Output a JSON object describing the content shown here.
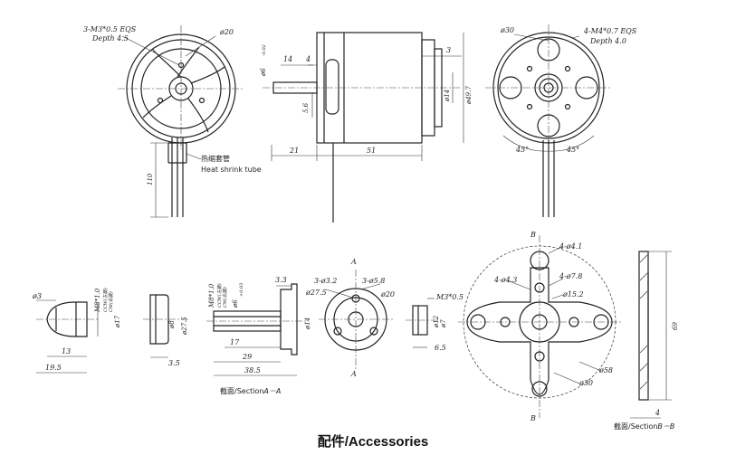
{
  "top": {
    "front": {
      "holes": "3-M3*0.5 EQS",
      "depth": "Depth 4.5",
      "dia": "ø20",
      "tube_cn": "热缩套管",
      "tube_en": "Heat shrink tube",
      "lead": "110"
    },
    "side": {
      "shaft": "ø6",
      "tol": "-0.02",
      "d14": "14",
      "d4": "4",
      "d3": "3",
      "d5_6": "5.6",
      "d_14": "ø14",
      "d49_7": "ø49.7",
      "d21": "21",
      "d51": "51"
    },
    "rear": {
      "d30": "ø30",
      "holes": "4-M4*0.7 EQS",
      "depth": "Depth 4.0",
      "a1": "45°",
      "a2": "45°"
    }
  },
  "bottom": {
    "cone": {
      "d3": "ø3",
      "thread": "M8*1.0",
      "ccw": "CCW(左旋)",
      "cw": "CW(右旋)",
      "d17": "ø17",
      "d13": "13",
      "d19_5": "19.5"
    },
    "nut": {
      "d8": "ø8",
      "d27_5": "ø27.5",
      "d3_5": "3.5"
    },
    "adapter": {
      "thread": "M8*1.0",
      "ccw": "CCW(左旋)",
      "cw": "CW(右旋)",
      "shaft": "ø6",
      "tol": "+0.03",
      "d3_3": "3.3",
      "d14": "ø14",
      "d17": "17",
      "d29": "29",
      "d38_5": "38.5",
      "caption_cn": "截面/Section",
      "caption_sec": "A－A"
    },
    "hub": {
      "holes1": "3-ø3.2",
      "holes2": "3-ø5.8",
      "d27_5": "ø27.5",
      "d20": "ø20",
      "markA": "A"
    },
    "collet": {
      "thread": "M3*0.5",
      "d12": "ø12",
      "d7": "ø7",
      "d6_5": "6.5"
    },
    "cross": {
      "h1": "4-ø4.1",
      "h2": "4-ø4.3",
      "h3": "4-ø7.8",
      "d15_2": "ø15.2",
      "d58": "ø58",
      "d30": "ø30",
      "markB": "B"
    },
    "section": {
      "d69": "69",
      "d4": "4",
      "caption_cn": "截面/Section",
      "caption_sec": "B－B"
    }
  },
  "title": "配件/Accessories"
}
